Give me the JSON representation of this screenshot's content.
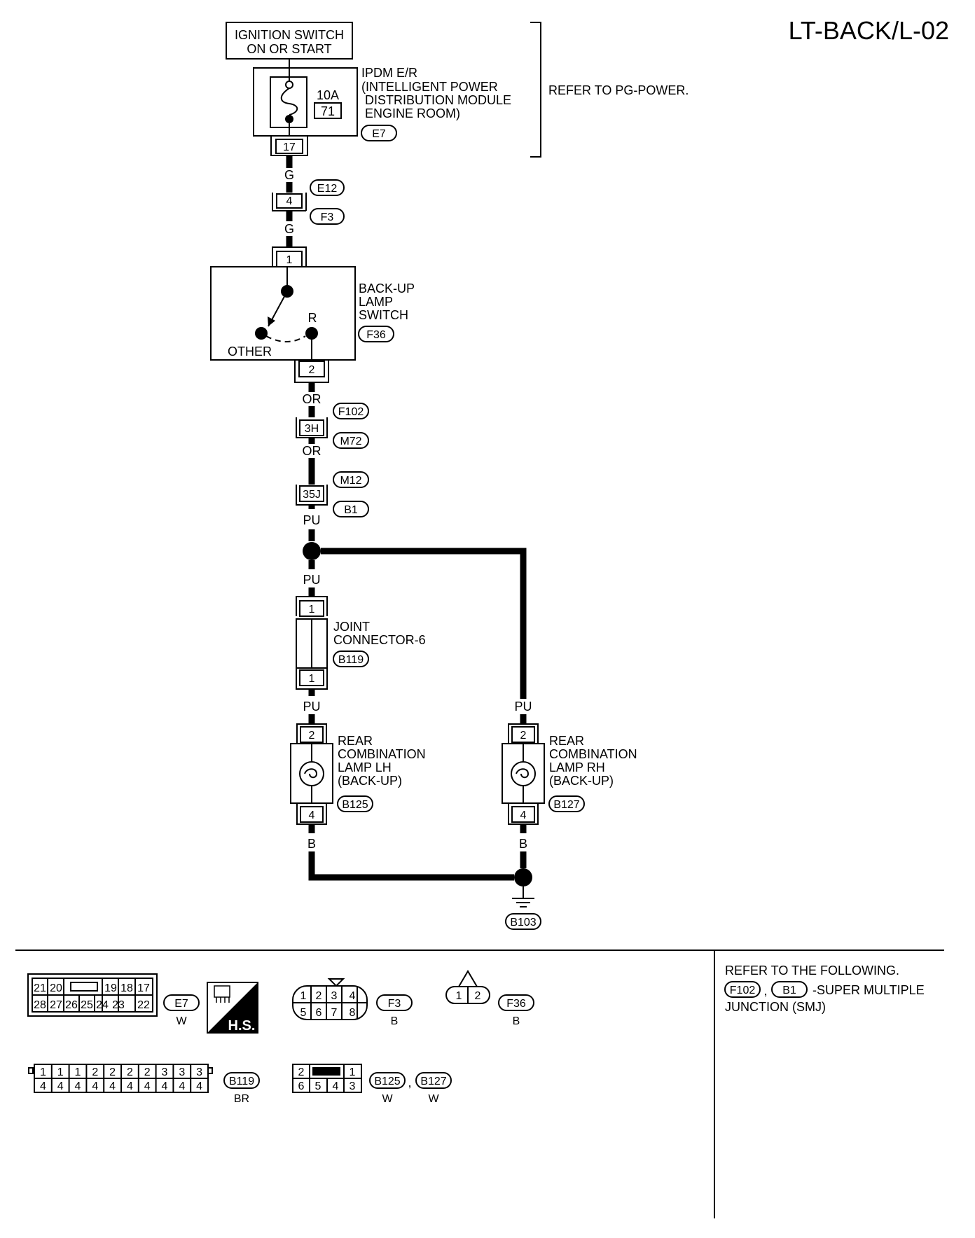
{
  "diagram_id": "LT-BACK/L-02",
  "ignition_switch": {
    "line1": "IGNITION SWITCH",
    "line2": "ON OR START"
  },
  "ipdm": {
    "lines": [
      "IPDM E/R",
      "(INTELLIGENT POWER",
      "DISTRIBUTION MODULE",
      "ENGINE ROOM)"
    ],
    "connector": "E7",
    "fuse_amp": "10A",
    "fuse_no": "71",
    "pin": "17",
    "refer": "REFER TO PG-POWER."
  },
  "wires": {
    "g1": "G",
    "g2": "G",
    "or1": "OR",
    "or2": "OR",
    "pu1": "PU",
    "pu2": "PU",
    "pu3": "PU",
    "pu4": "PU",
    "b1": "B",
    "b2": "B"
  },
  "connectors": {
    "e12": {
      "label": "E12",
      "pin": "4"
    },
    "f3": {
      "label": "F3"
    },
    "f102": {
      "label": "F102",
      "pin": "3H"
    },
    "m72": {
      "label": "M72"
    },
    "m12": {
      "label": "M12",
      "pin": "35J"
    },
    "b1": {
      "label": "B1"
    }
  },
  "backup_switch": {
    "lines": [
      "BACK-UP",
      "LAMP",
      "SWITCH"
    ],
    "connector": "F36",
    "pin_in": "1",
    "pin_out": "2",
    "pos_r": "R",
    "pos_other": "OTHER"
  },
  "joint_connector": {
    "lines": [
      "JOINT",
      "CONNECTOR-6"
    ],
    "connector": "B119",
    "pin_top": "1",
    "pin_bottom": "1"
  },
  "lamp_lh": {
    "lines": [
      "REAR",
      "COMBINATION",
      "LAMP LH",
      "(BACK-UP)"
    ],
    "connector": "B125",
    "pin_top": "2",
    "pin_bottom": "4"
  },
  "lamp_rh": {
    "lines": [
      "REAR",
      "COMBINATION",
      "LAMP RH",
      "(BACK-UP)"
    ],
    "connector": "B127",
    "pin_top": "2",
    "pin_bottom": "4"
  },
  "ground": {
    "connector": "B103"
  },
  "legend": {
    "e7": {
      "row1": [
        "21",
        "20",
        "",
        "19",
        "18",
        "17"
      ],
      "row2": [
        "28",
        "27",
        "26",
        "25",
        "24",
        "23",
        "22"
      ],
      "label": "E7",
      "color": "W",
      "hs": "H.S."
    },
    "f3": {
      "row1": [
        "1",
        "2",
        "3",
        "4"
      ],
      "row2": [
        "5",
        "6",
        "7",
        "8"
      ],
      "label": "F3",
      "color": "B"
    },
    "f36": {
      "row1": [
        "1",
        "2"
      ],
      "label": "F36",
      "color": "B"
    },
    "b119": {
      "row1": [
        "1",
        "1",
        "1",
        "2",
        "2",
        "2",
        "2",
        "3",
        "3",
        "3"
      ],
      "row2": [
        "4",
        "4",
        "4",
        "4",
        "4",
        "4",
        "4",
        "4",
        "4",
        "4"
      ],
      "label": "B119",
      "color": "BR"
    },
    "b125": {
      "row1": [
        "2",
        "",
        "1"
      ],
      "row2": [
        "6",
        "5",
        "4",
        "3"
      ],
      "label1": "B125",
      "comma": ",",
      "label2": "B127",
      "color1": "W",
      "color2": "W"
    },
    "refer": {
      "line1": "REFER TO THE FOLLOWING.",
      "l1": "F102",
      "comma": ",",
      "l2": "B1",
      "tail": "-SUPER MULTIPLE",
      "line3": "JUNCTION (SMJ)"
    }
  }
}
